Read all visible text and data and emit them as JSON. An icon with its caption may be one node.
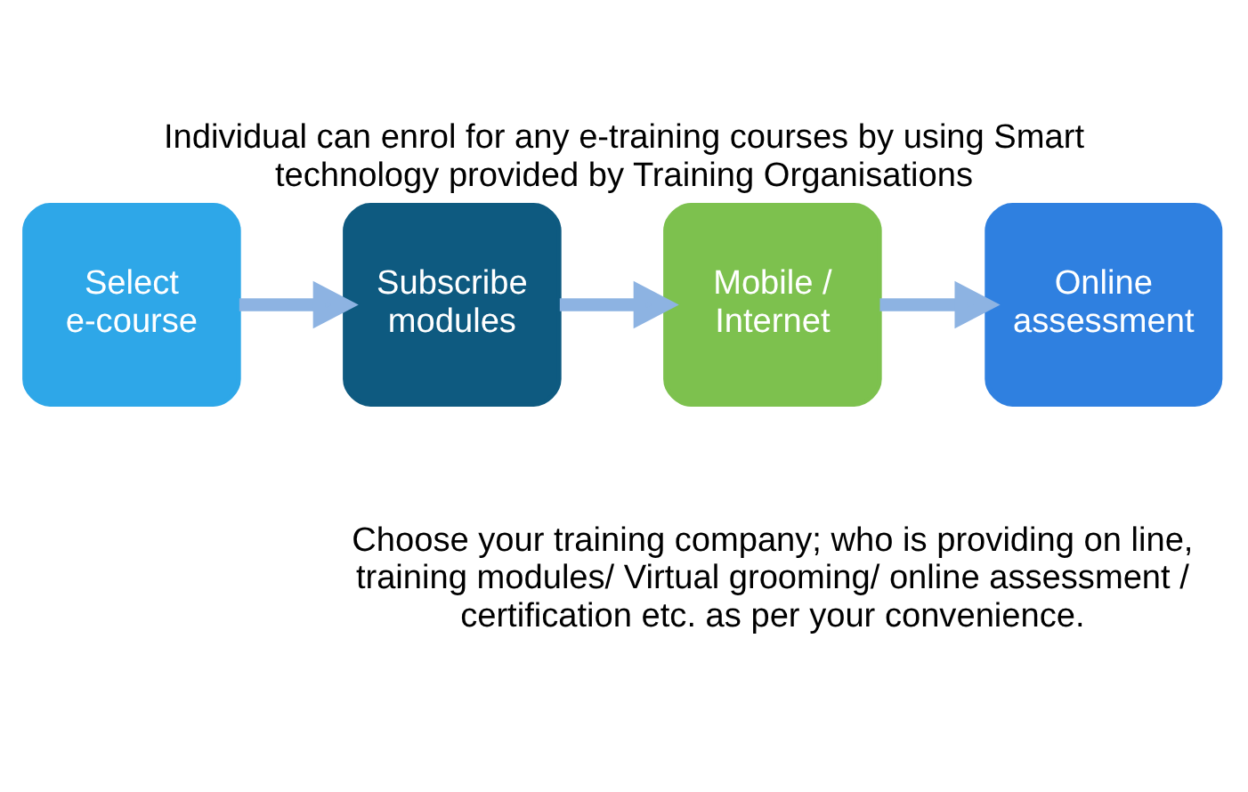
{
  "diagram": {
    "title": "Individual can enrol for any e-training courses by using Smart technology provided by Training Organisations",
    "caption": "Choose your training company; who is providing on line, training modules/ Virtual grooming/ online assessment / certification etc. as per your convenience.",
    "nodes": [
      {
        "text": [
          "Select e-course"
        ]
      },
      {
        "text": [
          "Subscribe modules"
        ]
      },
      {
        "text": [
          "Mobile / Internet"
        ]
      },
      {
        "text": [
          "Online assessment"
        ]
      }
    ],
    "edges": [
      {
        "from": 0,
        "to": 1,
        "arrow": "to"
      },
      {
        "from": 1,
        "to": 2,
        "arrow": "to"
      },
      {
        "from": 2,
        "to": 3,
        "arrow": "to"
      }
    ]
  }
}
